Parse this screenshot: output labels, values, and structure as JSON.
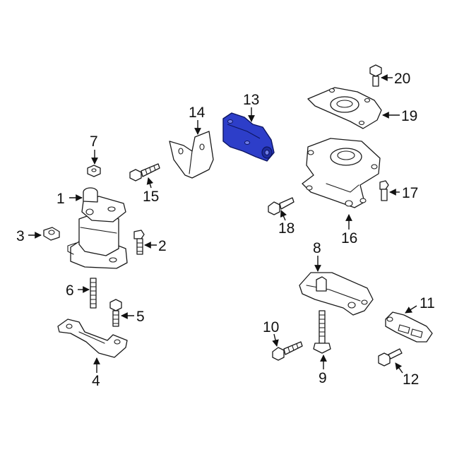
{
  "diagram": {
    "highlight_color": "#2d3ec9",
    "outline_color": "#1a1a1a",
    "background": "#ffffff",
    "callouts": [
      {
        "id": "1",
        "label": "1"
      },
      {
        "id": "2",
        "label": "2"
      },
      {
        "id": "3",
        "label": "3"
      },
      {
        "id": "4",
        "label": "4"
      },
      {
        "id": "5",
        "label": "5"
      },
      {
        "id": "6",
        "label": "6"
      },
      {
        "id": "7",
        "label": "7"
      },
      {
        "id": "8",
        "label": "8"
      },
      {
        "id": "9",
        "label": "9"
      },
      {
        "id": "10",
        "label": "10"
      },
      {
        "id": "11",
        "label": "11"
      },
      {
        "id": "12",
        "label": "12"
      },
      {
        "id": "13",
        "label": "13"
      },
      {
        "id": "14",
        "label": "14"
      },
      {
        "id": "15",
        "label": "15"
      },
      {
        "id": "16",
        "label": "16"
      },
      {
        "id": "17",
        "label": "17"
      },
      {
        "id": "18",
        "label": "18"
      },
      {
        "id": "19",
        "label": "19"
      },
      {
        "id": "20",
        "label": "20"
      }
    ]
  }
}
